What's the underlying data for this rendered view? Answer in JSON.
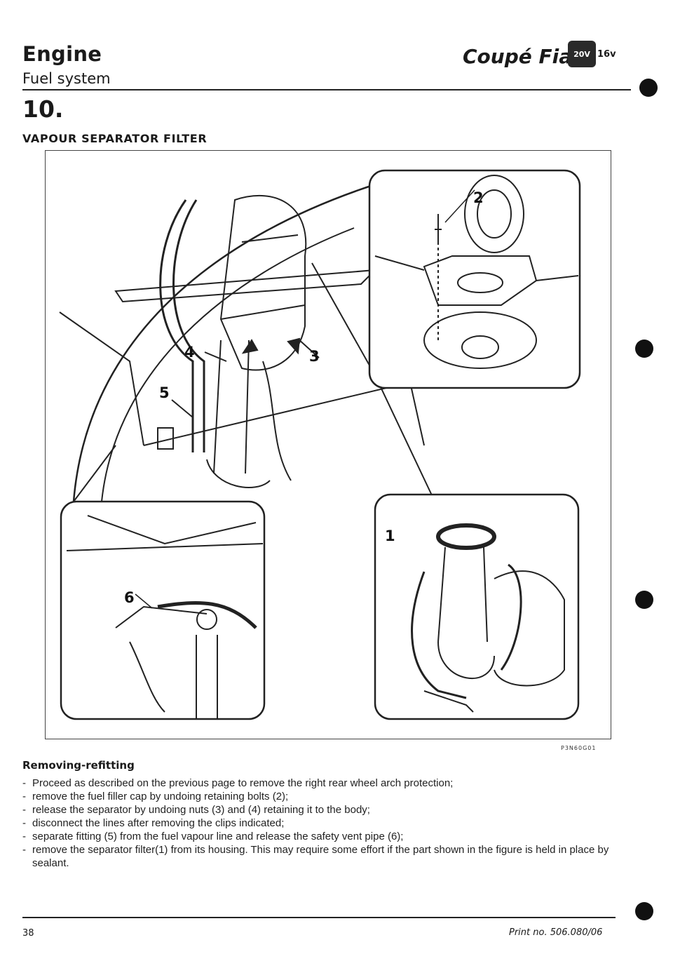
{
  "header": {
    "chapter": "Engine",
    "subchapter": "Fuel system",
    "brand": "Coupé Fiat",
    "logo_text": "20V",
    "variant": "16v"
  },
  "section": {
    "number": "10.",
    "title": "VAPOUR SEPARATOR FILTER"
  },
  "figure": {
    "callouts": [
      "1",
      "2",
      "3",
      "4",
      "5",
      "6"
    ],
    "code": "P3N60G01"
  },
  "procedure": {
    "title": "Removing-refitting",
    "steps": [
      "Proceed as described on the previous page to remove the right rear wheel arch protection;",
      "remove the fuel filler cap by undoing retaining bolts (2);",
      "release the separator by undoing nuts (3) and (4) retaining it to the body;",
      "disconnect the lines after removing the clips indicated;",
      "separate fitting (5) from the fuel vapour line and release the safety vent pipe (6);",
      "remove the separator filter(1) from its housing. This may require some effort if the part shown in the figure is held in place by sealant."
    ]
  },
  "footer": {
    "page": "38",
    "print_no": "Print no. 506.080/06"
  }
}
